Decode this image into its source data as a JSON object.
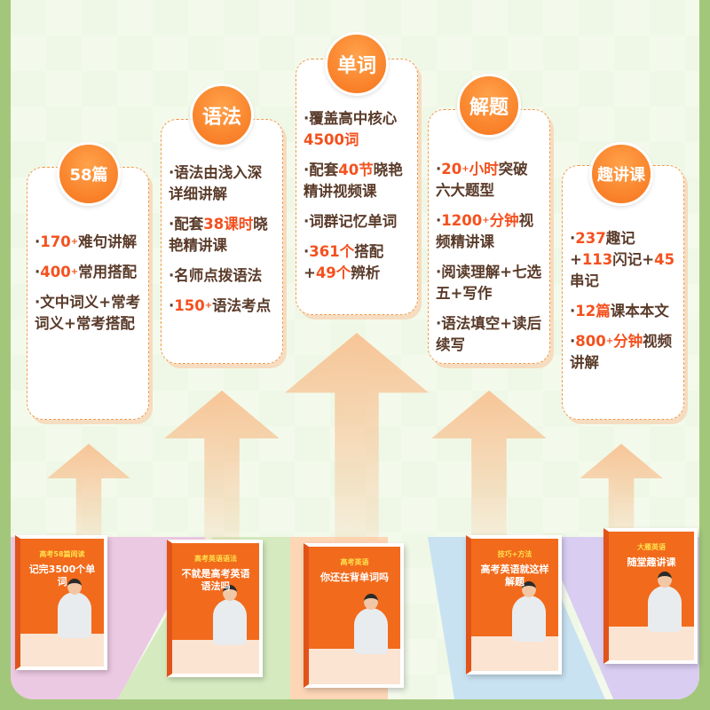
{
  "colors": {
    "accent": "#f4511e",
    "badge": "#f6731c",
    "text": "#5a3b2a"
  },
  "cards": [
    {
      "badge": "58篇",
      "items": [
        [
          {
            "t": "170",
            "hl": true
          },
          {
            "t": "+",
            "sup": true
          },
          {
            "t": "难句讲解"
          }
        ],
        [
          {
            "t": "400",
            "hl": true
          },
          {
            "t": "+",
            "sup": true
          },
          {
            "t": "常用搭配"
          }
        ],
        [
          {
            "t": "文中词义+常考词义+常考搭配"
          }
        ]
      ]
    },
    {
      "badge": "语法",
      "items": [
        [
          {
            "t": "语法由浅入深详细讲解"
          }
        ],
        [
          {
            "t": "配套"
          },
          {
            "t": "38课时",
            "hl": true
          },
          {
            "t": "晓艳精讲课"
          }
        ],
        [
          {
            "t": "名师点拨语法"
          }
        ],
        [
          {
            "t": "150",
            "hl": true
          },
          {
            "t": "+",
            "sup": true
          },
          {
            "t": "语法考点"
          }
        ]
      ]
    },
    {
      "badge": "单词",
      "items": [
        [
          {
            "t": "覆盖高中核心"
          },
          {
            "t": "4500词",
            "hl": true
          }
        ],
        [
          {
            "t": "配套"
          },
          {
            "t": "40节",
            "hl": true
          },
          {
            "t": "晓艳精讲视频课"
          }
        ],
        [
          {
            "t": "词群记忆单词"
          }
        ],
        [
          {
            "t": "361个",
            "hl": true
          },
          {
            "t": "搭配+"
          },
          {
            "t": "49个",
            "hl": true
          },
          {
            "t": "辨析"
          }
        ]
      ]
    },
    {
      "badge": "解题",
      "items": [
        [
          {
            "t": "20",
            "hl": true
          },
          {
            "t": "+",
            "sup": true
          },
          {
            "t": "小时",
            "hl": true
          },
          {
            "t": "突破六大题型"
          }
        ],
        [
          {
            "t": "1200",
            "hl": true
          },
          {
            "t": "+",
            "sup": true
          },
          {
            "t": "分钟",
            "hl": true
          },
          {
            "t": "视频精讲课"
          }
        ],
        [
          {
            "t": "阅读理解+七选五+写作"
          }
        ],
        [
          {
            "t": "语法填空+读后续写"
          }
        ]
      ]
    },
    {
      "badge": "趣讲课",
      "items": [
        [
          {
            "t": "237",
            "hl": true
          },
          {
            "t": "趣记+"
          },
          {
            "t": "113",
            "hl": true
          },
          {
            "t": "闪记+"
          },
          {
            "t": "45",
            "hl": true
          },
          {
            "t": "串记"
          }
        ],
        [
          {
            "t": "12篇",
            "hl": true
          },
          {
            "t": "课本本文"
          }
        ],
        [
          {
            "t": "800",
            "hl": true
          },
          {
            "t": "+",
            "sup": true
          },
          {
            "t": "分钟",
            "hl": true
          },
          {
            "t": "视频讲解"
          }
        ]
      ]
    }
  ],
  "books": [
    {
      "series": "高考58篇阅读",
      "title": "记完3500个单词"
    },
    {
      "series": "高考英语语法",
      "title": "不就是高考英语语法吗"
    },
    {
      "series": "高考英语",
      "title": "你还在背单词吗"
    },
    {
      "series": "技巧+方法",
      "title": "高考英语就这样解题"
    },
    {
      "series": "大雁英语",
      "title": "随堂趣讲课"
    }
  ]
}
